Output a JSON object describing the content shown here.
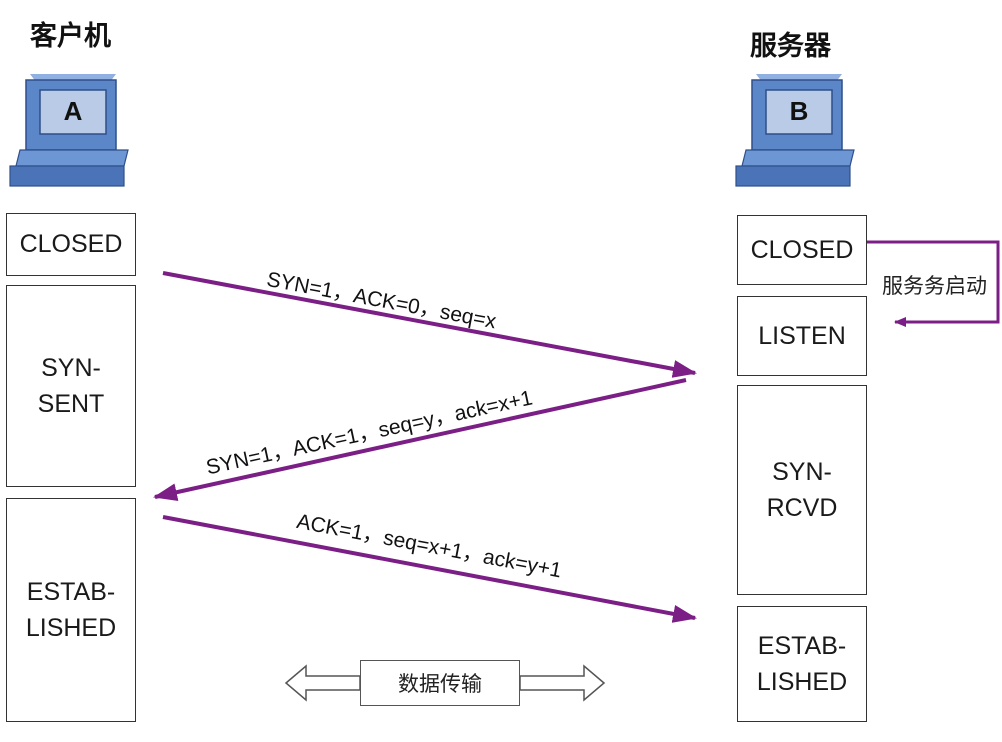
{
  "client": {
    "title": "客户机",
    "letter": "A"
  },
  "server": {
    "title": "服务器",
    "letter": "B"
  },
  "client_states": [
    {
      "lines": [
        "CLOSED"
      ]
    },
    {
      "lines": [
        "SYN-",
        "SENT"
      ]
    },
    {
      "lines": [
        "ESTAB-",
        "LISHED"
      ]
    }
  ],
  "server_states": [
    {
      "lines": [
        "CLOSED"
      ]
    },
    {
      "lines": [
        "LISTEN"
      ]
    },
    {
      "lines": [
        "SYN-",
        "RCVD"
      ]
    },
    {
      "lines": [
        "ESTAB-",
        "LISHED"
      ]
    }
  ],
  "messages": [
    "SYN=1，ACK=0，seq=x",
    "SYN=1，ACK=1，seq=y，ack=x+1",
    "ACK=1，seq=x+1，ack=y+1"
  ],
  "server_startup": "服务务启动",
  "data_transfer": "数据传输",
  "colors": {
    "arrow": "#7b1f86",
    "computer_blue": "#5b86c8",
    "computer_dark": "#3d64a8"
  }
}
